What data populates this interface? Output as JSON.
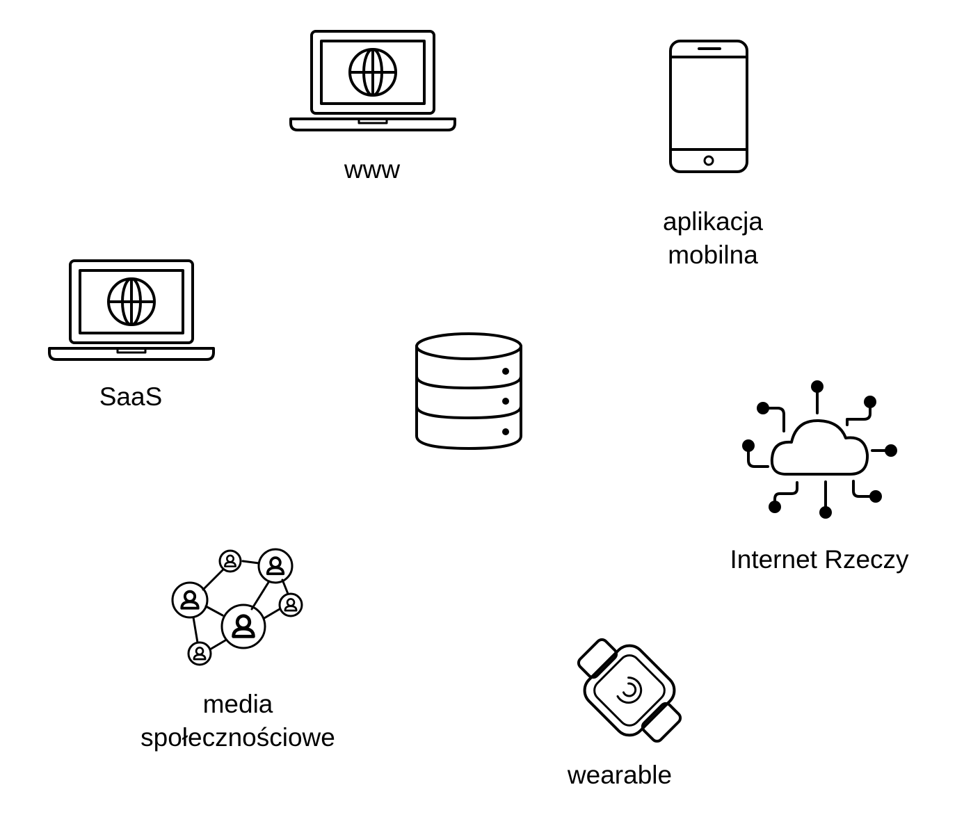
{
  "nodes": {
    "center": {
      "icon": "database-icon"
    },
    "www": {
      "label": "www",
      "icon": "laptop-globe-icon"
    },
    "mobile": {
      "label_line1": "aplikacja",
      "label_line2": "mobilna",
      "icon": "smartphone-icon"
    },
    "saas": {
      "label": "SaaS",
      "icon": "laptop-globe-icon"
    },
    "iot": {
      "label": "Internet Rzeczy",
      "icon": "cloud-network-icon"
    },
    "social": {
      "label_line1": "media",
      "label_line2": "społecznościowe",
      "icon": "social-network-icon"
    },
    "wearable": {
      "label": "wearable",
      "icon": "smartwatch-icon"
    }
  },
  "colors": {
    "stroke": "#000000",
    "background": "#ffffff"
  }
}
